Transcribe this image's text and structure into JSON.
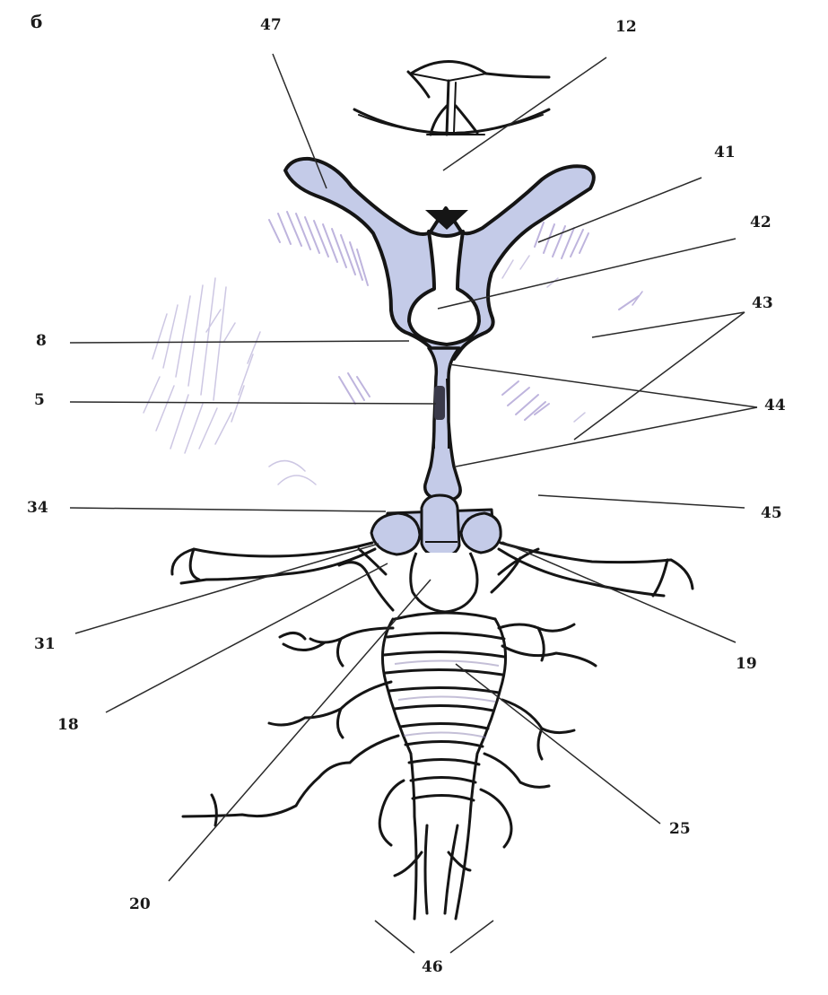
{
  "figure": {
    "panel_letter": "б",
    "colors": {
      "ventricle_fill": "#c4cbe8",
      "outline": "#151515",
      "leader": "#2a2a2a",
      "stain": "#8a78c2",
      "stain_light": "#b8b0d8"
    }
  },
  "labels": {
    "l47": "47",
    "l12": "12",
    "l41": "41",
    "l42": "42",
    "l43": "43",
    "l8": "8",
    "l5": "5",
    "l44": "44",
    "l34": "34",
    "l45": "45",
    "l31": "31",
    "l19": "19",
    "l18": "18",
    "l25": "25",
    "l20": "20",
    "l46": "46"
  }
}
